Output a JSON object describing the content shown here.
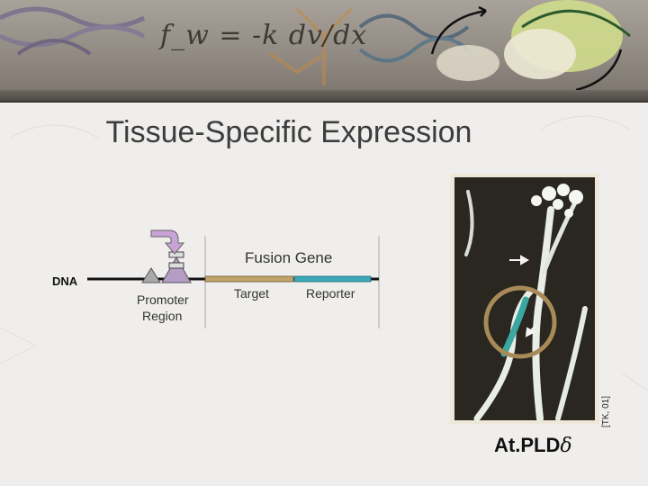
{
  "banner": {
    "formula": "f_w = -k dv/dx"
  },
  "title": "Tissue-Specific Expression",
  "diagram": {
    "dna_label": "DNA",
    "fusion_gene_label": "Fusion Gene",
    "promoter_label_line1": "Promoter",
    "promoter_label_line2": "Region",
    "target_label": "Target",
    "reporter_label": "Reporter",
    "colors": {
      "dna_line": "#111111",
      "target": "#c2a46d",
      "reporter": "#3aa8b8",
      "arrow": "#c9a2d6",
      "promoter": "#b49cc4"
    }
  },
  "photo": {
    "citation": "[TK, 01]",
    "caption_prefix": "At.PLD",
    "caption_symbol": "δ",
    "highlight_color": "#a88a58"
  }
}
